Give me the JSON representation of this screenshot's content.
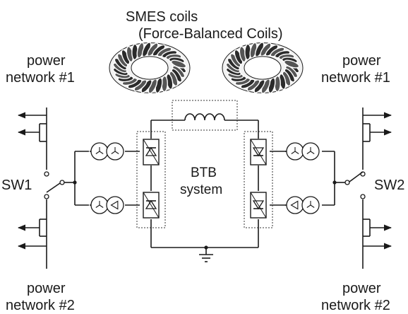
{
  "labels": {
    "smes_title": "SMES coils",
    "smes_subtitle": "(Force-Balanced Coils)",
    "left_top_line1": "power",
    "left_top_line2": "network #1",
    "right_top_line1": "power",
    "right_top_line2": "network #1",
    "left_bottom_line1": "power",
    "left_bottom_line2": "network #2",
    "right_bottom_line1": "power",
    "right_bottom_line2": "network #2",
    "sw1": "SW1",
    "sw2": "SW2",
    "btb_line1": "BTB",
    "btb_line2": "system"
  },
  "icons": {
    "coil_left": "toroidal-coil-icon",
    "coil_right": "toroidal-coil-icon",
    "inductor": "inductor-icon",
    "transformer": "transformer-icon",
    "thyristor": "thyristor-icon",
    "ground": "ground-icon",
    "switch": "switch-icon"
  },
  "colors": {
    "ink": "#1a1a1a",
    "background": "#ffffff"
  }
}
